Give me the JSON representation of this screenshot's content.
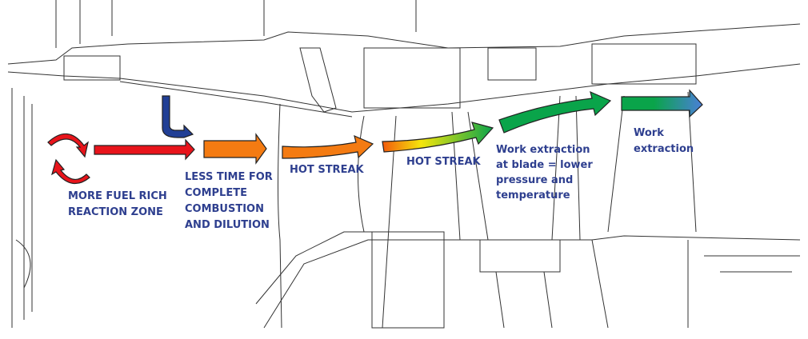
{
  "labels": {
    "fuel_rich": [
      "MORE FUEL RICH",
      "REACTION ZONE"
    ],
    "less_time": [
      "LESS TIME FOR",
      "COMPLETE",
      "COMBUSTION",
      "AND DILUTION"
    ],
    "hot_streak_1": "HOT STREAK",
    "hot_streak_2": "HOT STREAK",
    "work_blade": [
      "Work extraction",
      "at blade = lower",
      "pressure and",
      "temperature"
    ],
    "work_extraction": [
      "Work",
      "extraction"
    ]
  },
  "colors": {
    "text": "#2e3f8f",
    "red": "#e8141b",
    "orange": "#f47b12",
    "yellow": "#f5e60c",
    "green": "#0aa44a",
    "blue": "#4a7fd8",
    "dilution": "#213f95"
  }
}
